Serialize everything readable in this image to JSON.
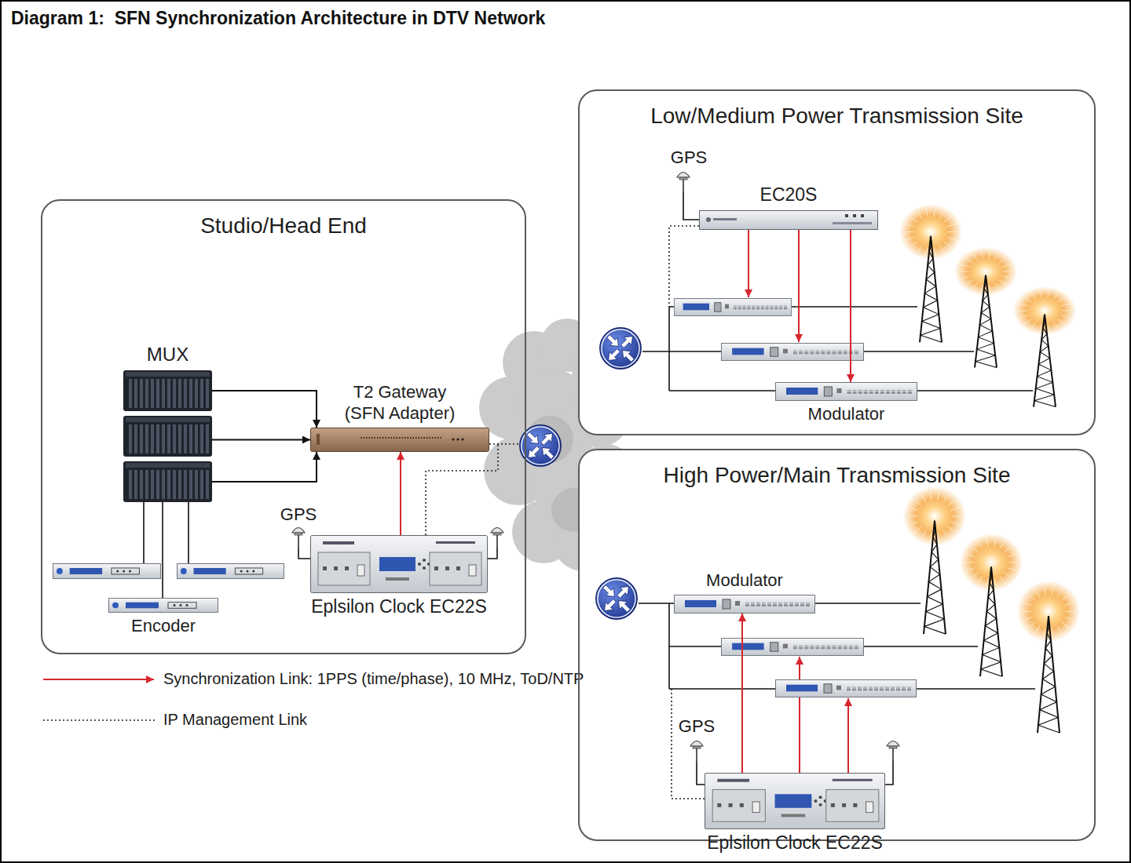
{
  "diagram": {
    "title": "Diagram 1:  SFN Synchronization Architecture in DTV Network",
    "nodes": [
      {
        "text": [
          "Studio/Head End"
        ]
      },
      {
        "text": [
          "MUX"
        ],
        "in": 0
      },
      {
        "text": [
          "T2 Gateway (SFN Adapter)"
        ],
        "in": 0
      },
      {
        "text": [
          "Encoder"
        ],
        "in": 0
      },
      {
        "text": [
          "Eplsilon Clock EC22S"
        ],
        "in": 0
      },
      {
        "text": [
          "Low/Medium Power Transmission Site"
        ]
      },
      {
        "text": [
          "EC20S"
        ],
        "in": 5
      },
      {
        "text": [
          "Modulator"
        ],
        "in": 5
      },
      {
        "text": [
          "High Power/Main Transmission Site"
        ]
      },
      {
        "text": [
          "Modulator"
        ],
        "in": 8
      },
      {
        "text": [
          "Eplsilon Clock EC22S"
        ],
        "in": 8
      }
    ],
    "edges": [
      {
        "from": 1,
        "to": 2,
        "arrow": "to"
      },
      {
        "from": 1,
        "to": 2,
        "arrow": "to"
      },
      {
        "from": 1,
        "to": 2,
        "arrow": "to"
      },
      {
        "from": 4,
        "to": 2,
        "arrow": "to"
      },
      {
        "from": 6,
        "to": 7,
        "arrow": "to"
      },
      {
        "from": 10,
        "to": 9,
        "arrow": "to"
      }
    ],
    "labels": [
      "GPS",
      "GPS",
      "GPS"
    ],
    "legend": [
      {
        "text": "Synchronization Link: 1PPS (time/phase), 10 MHz, ToD/NTP"
      },
      {
        "text": "IP Management Link"
      }
    ]
  }
}
